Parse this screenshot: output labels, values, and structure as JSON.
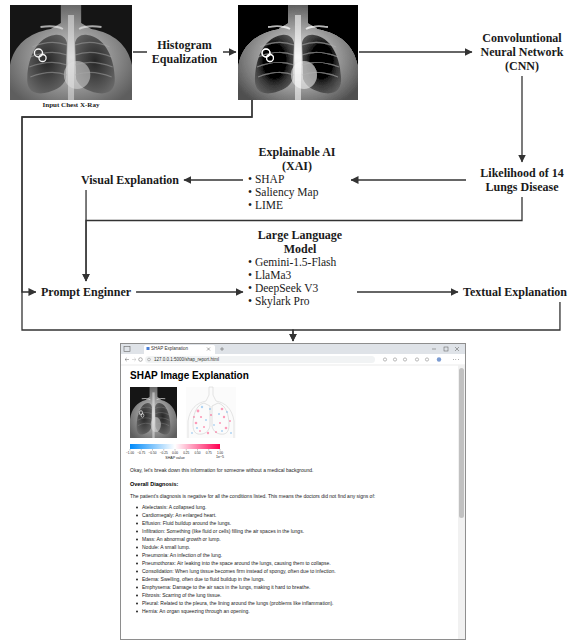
{
  "diagram": {
    "nodes": [
      {
        "text": [
          "Input Chest X-Ray"
        ]
      },
      {
        "text": []
      },
      {
        "text": [
          "Convoluntional Neural Network (CNN)"
        ]
      },
      {
        "text": [
          "Likelihood of 14 Lungs Disease"
        ]
      },
      {
        "text": [
          "Explainable AI (XAI)",
          "• SHAP",
          "• Saliency Map",
          "• LIME"
        ]
      },
      {
        "text": [
          "Visual Explanation"
        ]
      },
      {
        "text": [
          "Prompt Enginner"
        ]
      },
      {
        "text": [
          "Large Language Model",
          "• Gemini-1.5-Flash",
          "• LlaMa3",
          "• DeepSeek V3",
          "• Skylark Pro"
        ]
      },
      {
        "text": [
          "Textual Explanation"
        ]
      },
      {
        "text": [
          "SHAP Explanation",
          "127.0.0.1:5000/shap_report.html",
          "SHAP Image Explanation",
          "Okay, let's break down this information for someone without a medical background.",
          "Overall Diagnosis:",
          "The patient's diagnosis is negative for all the conditions listed. This means the doctors did not find any signs of:",
          "Atelectasis: A collapsed lung.",
          "Cardiomegaly: An enlarged heart.",
          "Effusion: Fluid buildup around the lungs.",
          "Infiltration: Something (like fluid or cells) filling the air spaces in the lungs.",
          "Mass: An abnormal growth or lump.",
          "Nodule: A small lump.",
          "Pneumonia: An infection of the lung.",
          "Pneumothorax: Air leaking into the space around the lungs, causing them to collapse.",
          "Consolidation: When lung tissue becomes firm instead of spongy, often due to infection.",
          "Edema: Swelling, often due to fluid buildup in the lungs.",
          "Emphysema: Damage to the air sacs in the lungs, making it hard to breathe.",
          "Fibrosis: Scarring of the lung tissue.",
          "Pleural: Related to the pleura, the lining around the lungs (problems like inflammation).",
          "Hernia: An organ squeezing through an opening."
        ]
      }
    ],
    "edges": [
      {
        "from": 0,
        "to": 1,
        "label": "Histogram Equalization",
        "arrow": "to"
      },
      {
        "from": 1,
        "to": 2,
        "arrow": "to"
      },
      {
        "from": 2,
        "to": 3,
        "arrow": "to"
      },
      {
        "from": 3,
        "to": 4,
        "arrow": "to"
      },
      {
        "from": 4,
        "to": 5,
        "arrow": "to"
      },
      {
        "from": 1,
        "to": 6,
        "arrow": "to"
      },
      {
        "from": 5,
        "to": 6,
        "arrow": "to"
      },
      {
        "from": 3,
        "to": 6,
        "arrow": "to"
      },
      {
        "from": 6,
        "to": 7,
        "arrow": "to"
      },
      {
        "from": 7,
        "to": 8,
        "arrow": "to"
      },
      {
        "from": 8,
        "to": 9,
        "arrow": "to"
      },
      {
        "from": 1,
        "to": 9,
        "arrow": "to"
      }
    ],
    "labels": [
      "−1.00",
      "−0.75",
      "−0.50",
      "−0.25",
      "0.00",
      "0.25",
      "0.50",
      "0.75",
      "1.00",
      "SHAP value",
      "1e−5"
    ]
  }
}
